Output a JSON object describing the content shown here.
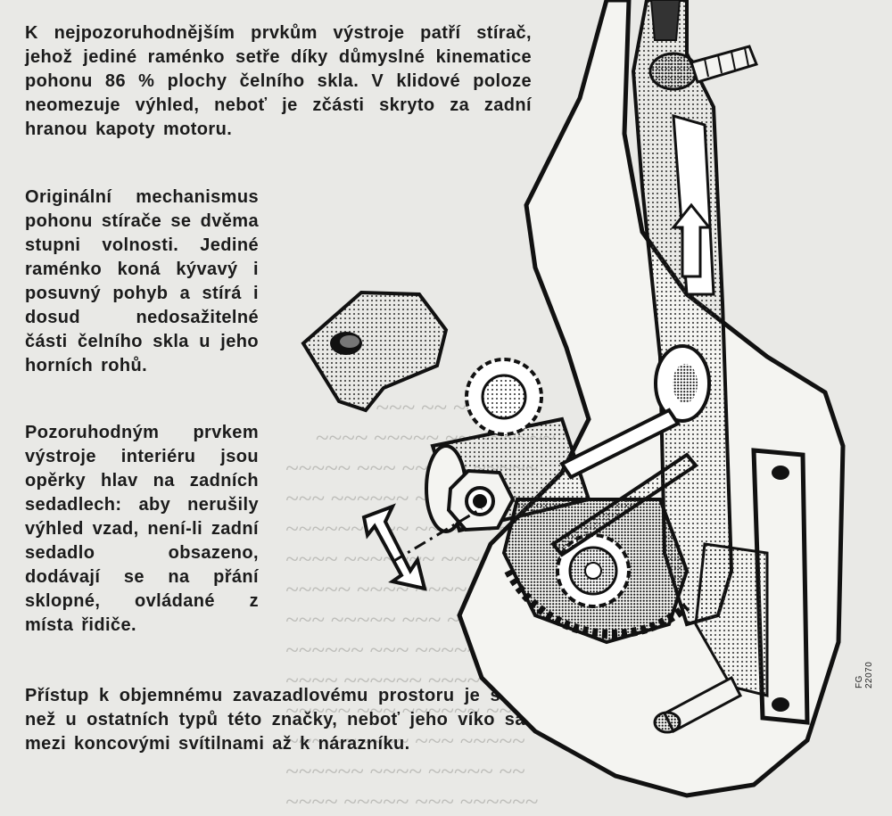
{
  "paragraphs": {
    "p1": "K nejpozoruhodnějším prvkům výstroje patří stírač, jehož jediné raménko setře díky důmyslné kinematice pohonu 86 % plochy čelního skla. V klidové poloze neomezuje výhled, neboť je zčásti skryto za zadní hranou kapoty motoru.",
    "p2": "Originální mechanismus pohonu stírače se dvěma stupni volnosti. Jediné raménko koná kývavý i posuvný pohyb a stírá i dosud nedosažitelné části čelního skla u jeho horních rohů.",
    "p3": "Pozoruhodným prvkem výstroje interiéru jsou opěrky hlav na zadních sedadlech: aby nerušily výhled vzad, není-li zadní sedadlo obsazeno, dodávají se na přání sklopné, ovládané z místa řidiče.",
    "p4": "Přístup k objemnému zavazadlovému prostoru je snazší než u ostatních typů této značky, neboť jeho víko sahá mezi koncovými svítilnami až k nárazníku."
  },
  "figure_code": "FG 22070",
  "colors": {
    "paper": "#e9e9e6",
    "ink": "#1b1b1b",
    "bleed": "#9a9a96"
  }
}
